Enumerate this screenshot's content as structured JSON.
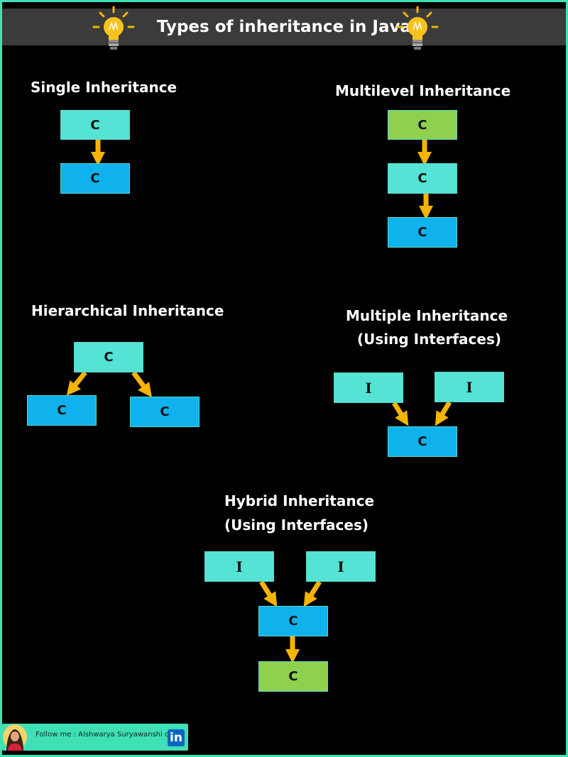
{
  "header": {
    "title": "Types of inheritance in Java"
  },
  "colors": {
    "frame": "#3ee0b4",
    "teal_box": "#55e3d6",
    "blue_box": "#0fb2ec",
    "green_box": "#8fd14f",
    "arrow": "#f5b400",
    "header_bg": "#3b3b3b"
  },
  "icons": {
    "bulb": "lightbulb-icon",
    "linkedin": "linkedin-icon"
  },
  "sections": {
    "single": {
      "title": "Single Inheritance",
      "top": "C",
      "bottom": "C"
    },
    "multilevel": {
      "title": "Multilevel Inheritance",
      "top": "C",
      "middle": "C",
      "bottom": "C"
    },
    "hierarchical": {
      "title": "Hierarchical Inheritance",
      "parent": "C",
      "left": "C",
      "right": "C"
    },
    "multiple": {
      "title_line1": "Multiple Inheritance",
      "title_line2": "(Using Interfaces)",
      "left": "I",
      "right": "I",
      "child": "C"
    },
    "hybrid": {
      "title_line1": "Hybrid Inheritance",
      "title_line2": "(Using Interfaces)",
      "left": "I",
      "right": "I",
      "middle": "C",
      "bottom": "C"
    }
  },
  "footer": {
    "text": "Follow me : Aishwarya Suryawanshi on",
    "linkedin": "in"
  }
}
